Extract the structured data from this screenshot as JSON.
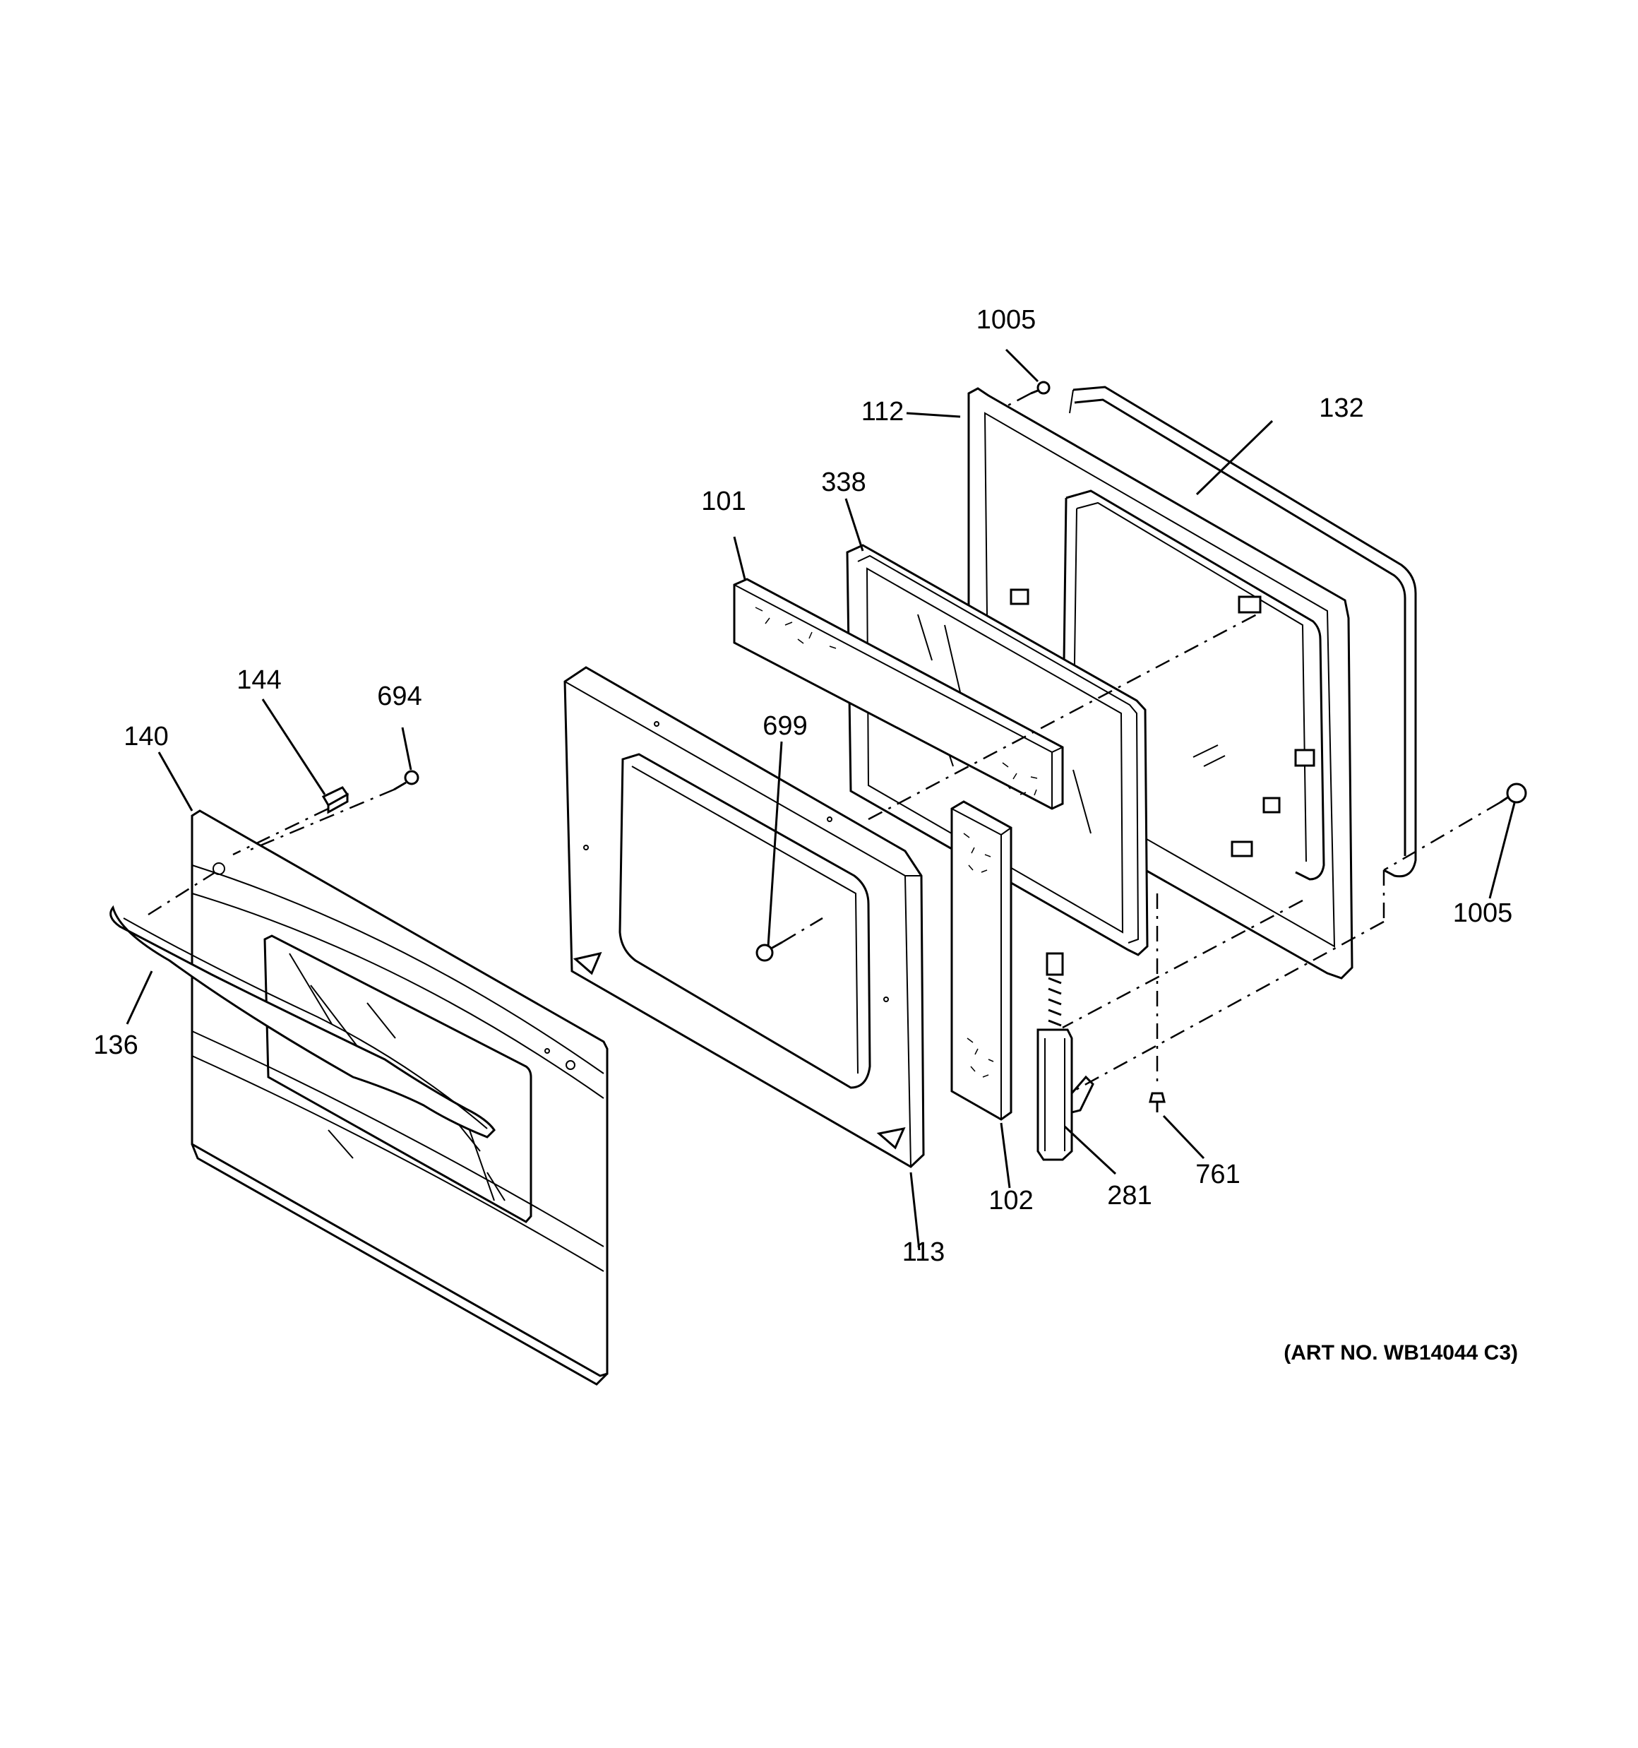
{
  "diagram": {
    "parts": [
      {
        "id": "1005-top",
        "label": "1005"
      },
      {
        "id": "112",
        "label": "112"
      },
      {
        "id": "132",
        "label": "132"
      },
      {
        "id": "338",
        "label": "338"
      },
      {
        "id": "101",
        "label": "101"
      },
      {
        "id": "699",
        "label": "699"
      },
      {
        "id": "144",
        "label": "144"
      },
      {
        "id": "694",
        "label": "694"
      },
      {
        "id": "140",
        "label": "140"
      },
      {
        "id": "136",
        "label": "136"
      },
      {
        "id": "1005-right",
        "label": "1005"
      },
      {
        "id": "113",
        "label": "113"
      },
      {
        "id": "102",
        "label": "102"
      },
      {
        "id": "281",
        "label": "281"
      },
      {
        "id": "761",
        "label": "761"
      }
    ],
    "art_number": "(ART NO. WB14044 C3)"
  }
}
